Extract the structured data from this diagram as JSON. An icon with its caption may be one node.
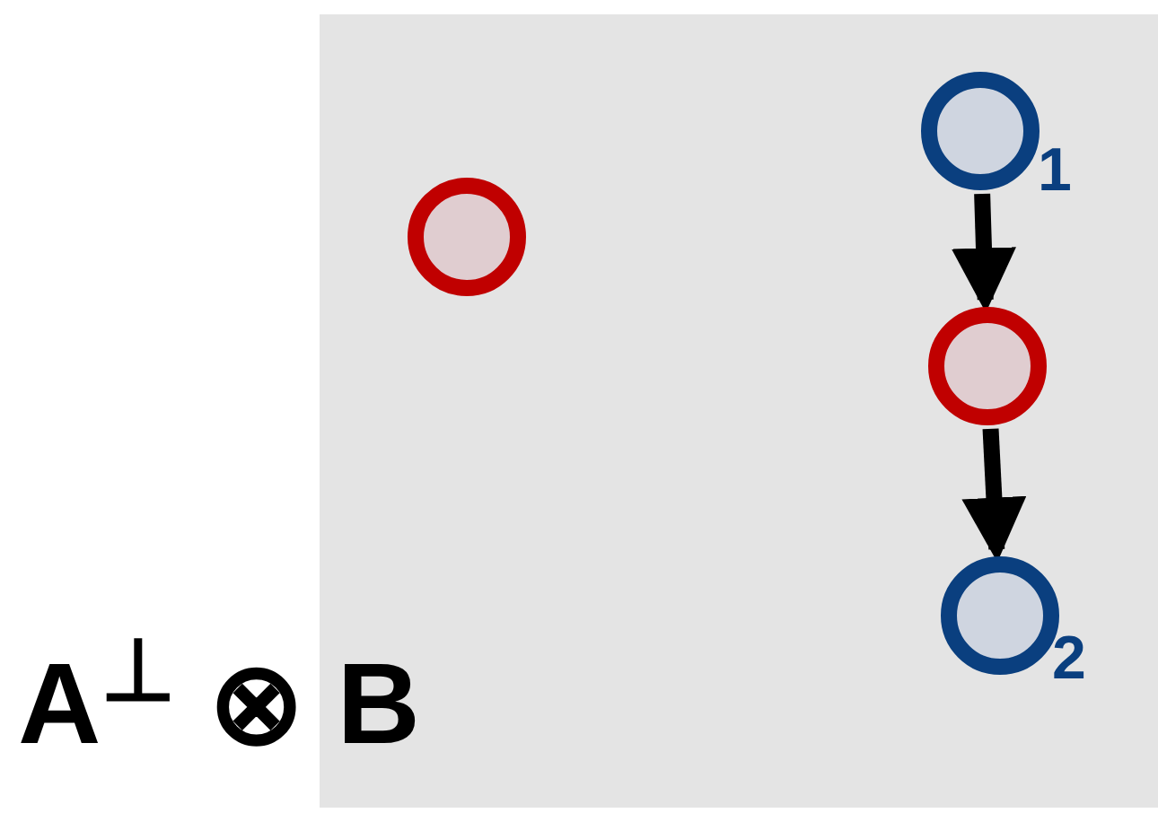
{
  "diagram": {
    "nodes": [
      {
        "text": [],
        "shape": "circle"
      },
      {
        "text": [],
        "shape": "circle",
        "beside": [
          "1"
        ]
      },
      {
        "text": [],
        "shape": "circle"
      },
      {
        "text": [],
        "shape": "circle",
        "beside": [
          "2"
        ]
      }
    ],
    "edges": [
      {
        "from": 1,
        "to": 2,
        "arrow": "to"
      },
      {
        "from": 2,
        "to": 3,
        "arrow": "to"
      }
    ],
    "labels": [
      "A$^{⊥}$ ⊗ B"
    ]
  }
}
